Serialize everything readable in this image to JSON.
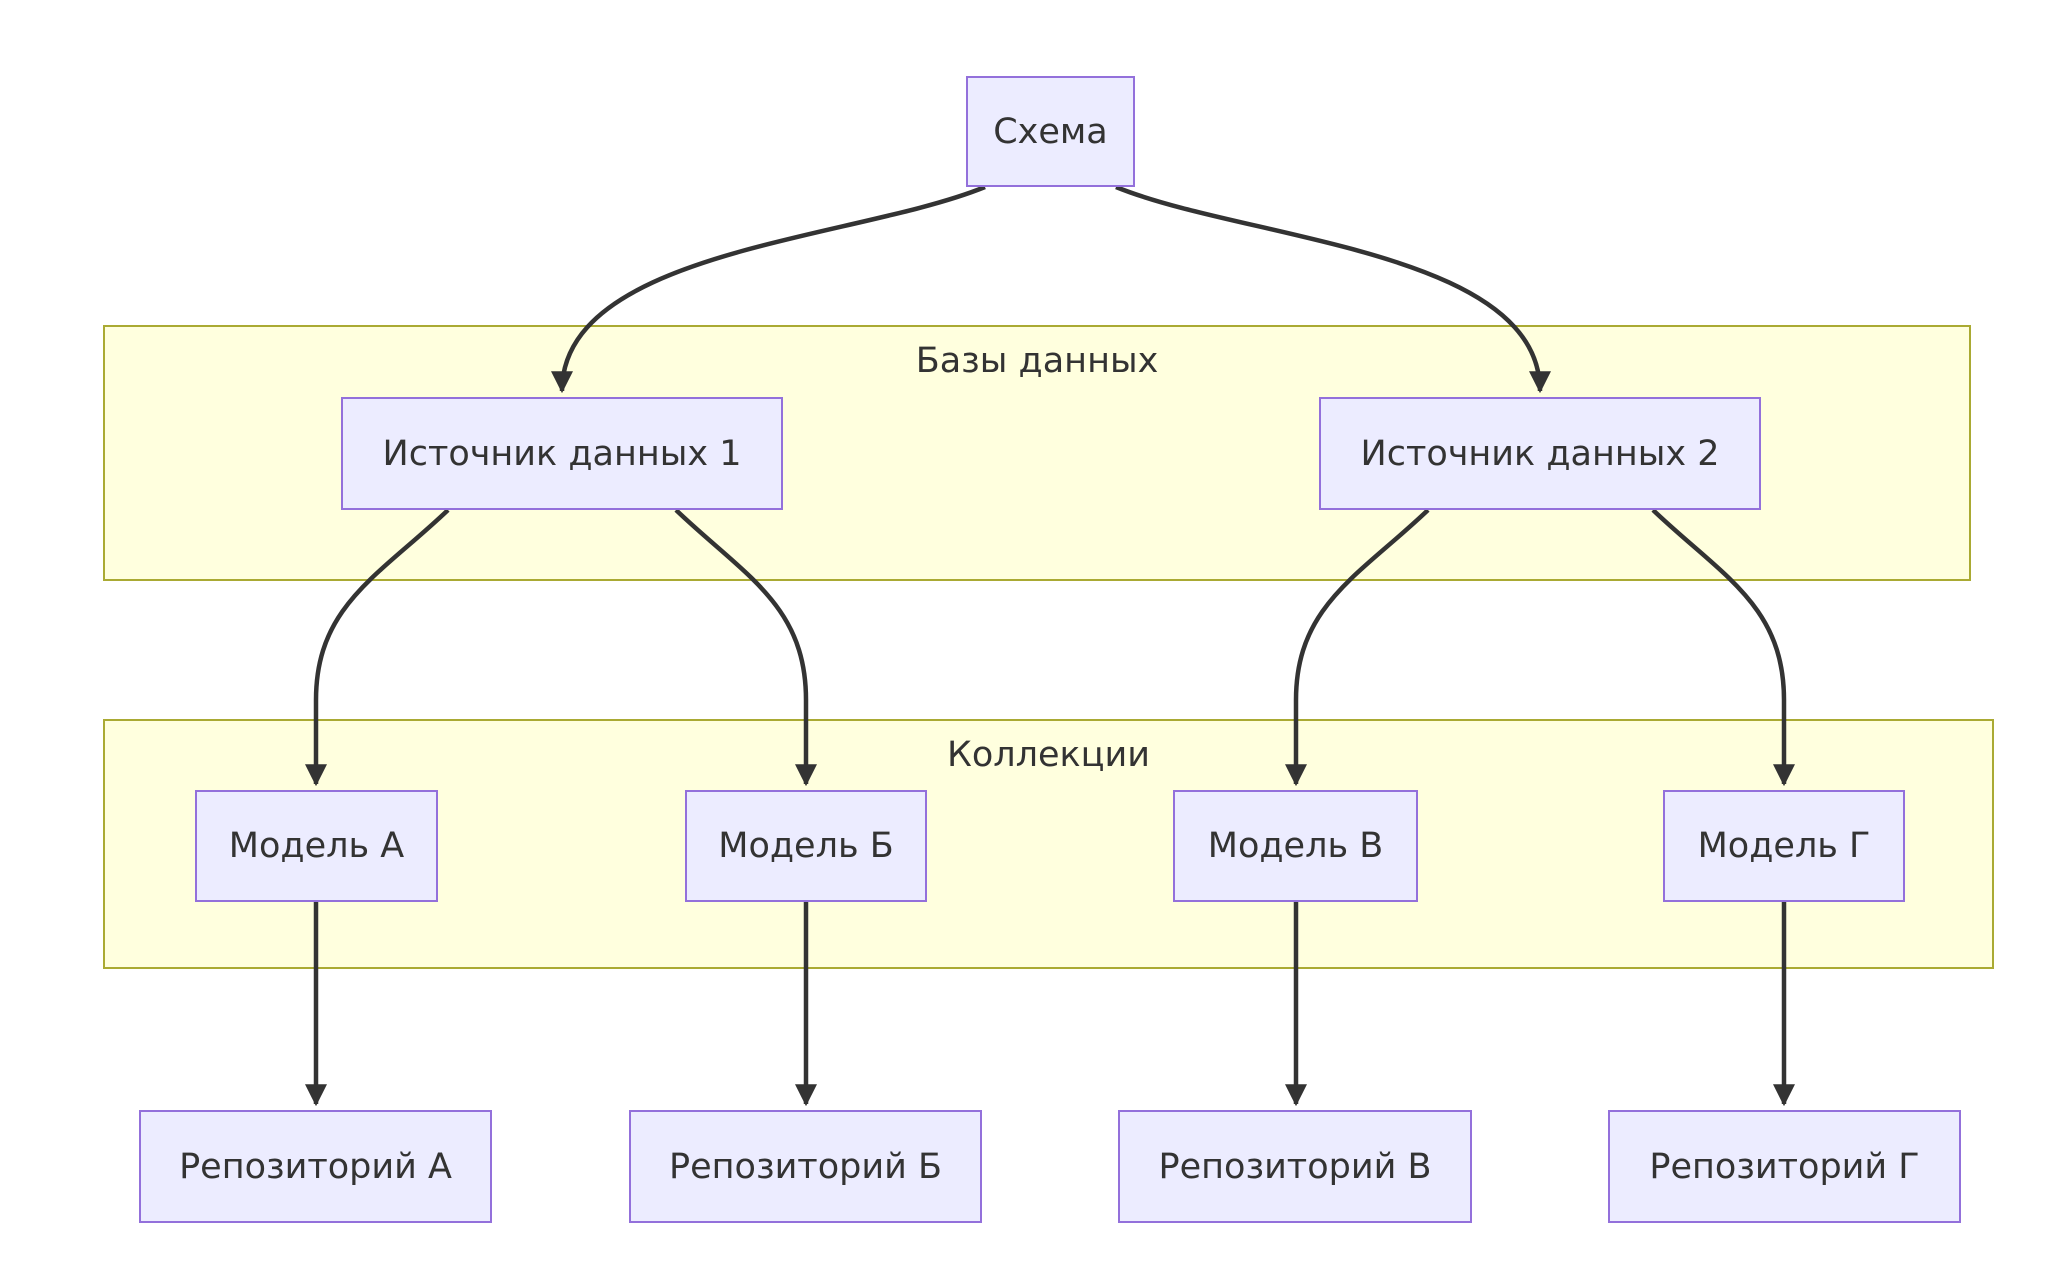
{
  "diagram": {
    "type": "flowchart",
    "direction": "top-down",
    "root": {
      "id": "schema",
      "label": "Схема"
    },
    "clusters": [
      {
        "id": "databases",
        "label": "Базы данных",
        "contains": [
          "ds1",
          "ds2"
        ]
      },
      {
        "id": "collections",
        "label": "Коллекции",
        "contains": [
          "modelA",
          "modelB",
          "modelV",
          "modelG"
        ]
      }
    ],
    "datasources": [
      {
        "id": "ds1",
        "label": "Источник данных 1"
      },
      {
        "id": "ds2",
        "label": "Источник данных 2"
      }
    ],
    "models": [
      {
        "id": "modelA",
        "label": "Модель А"
      },
      {
        "id": "modelB",
        "label": "Модель Б"
      },
      {
        "id": "modelV",
        "label": "Модель В"
      },
      {
        "id": "modelG",
        "label": "Модель Г"
      }
    ],
    "repositories": [
      {
        "id": "repoA",
        "label": "Репозиторий А"
      },
      {
        "id": "repoB",
        "label": "Репозиторий Б"
      },
      {
        "id": "repoV",
        "label": "Репозиторий В"
      },
      {
        "id": "repoG",
        "label": "Репозиторий Г"
      }
    ],
    "edges": [
      {
        "from": "schema",
        "to": "ds1",
        "style": "arrow"
      },
      {
        "from": "schema",
        "to": "ds2",
        "style": "arrow"
      },
      {
        "from": "ds1",
        "to": "modelA",
        "style": "arrow"
      },
      {
        "from": "ds1",
        "to": "modelB",
        "style": "arrow"
      },
      {
        "from": "ds2",
        "to": "modelV",
        "style": "arrow"
      },
      {
        "from": "ds2",
        "to": "modelG",
        "style": "arrow"
      },
      {
        "from": "modelA",
        "to": "repoA",
        "style": "arrow"
      },
      {
        "from": "modelB",
        "to": "repoB",
        "style": "arrow"
      },
      {
        "from": "modelV",
        "to": "repoV",
        "style": "arrow"
      },
      {
        "from": "modelG",
        "to": "repoG",
        "style": "arrow"
      }
    ],
    "colors": {
      "node_fill": "#ECECFF",
      "node_border": "#9370DB",
      "cluster_fill": "#FFFFDE",
      "cluster_border": "#AAAA33",
      "edge": "#333333",
      "text": "#333333",
      "background": "#FFFFFF"
    }
  }
}
